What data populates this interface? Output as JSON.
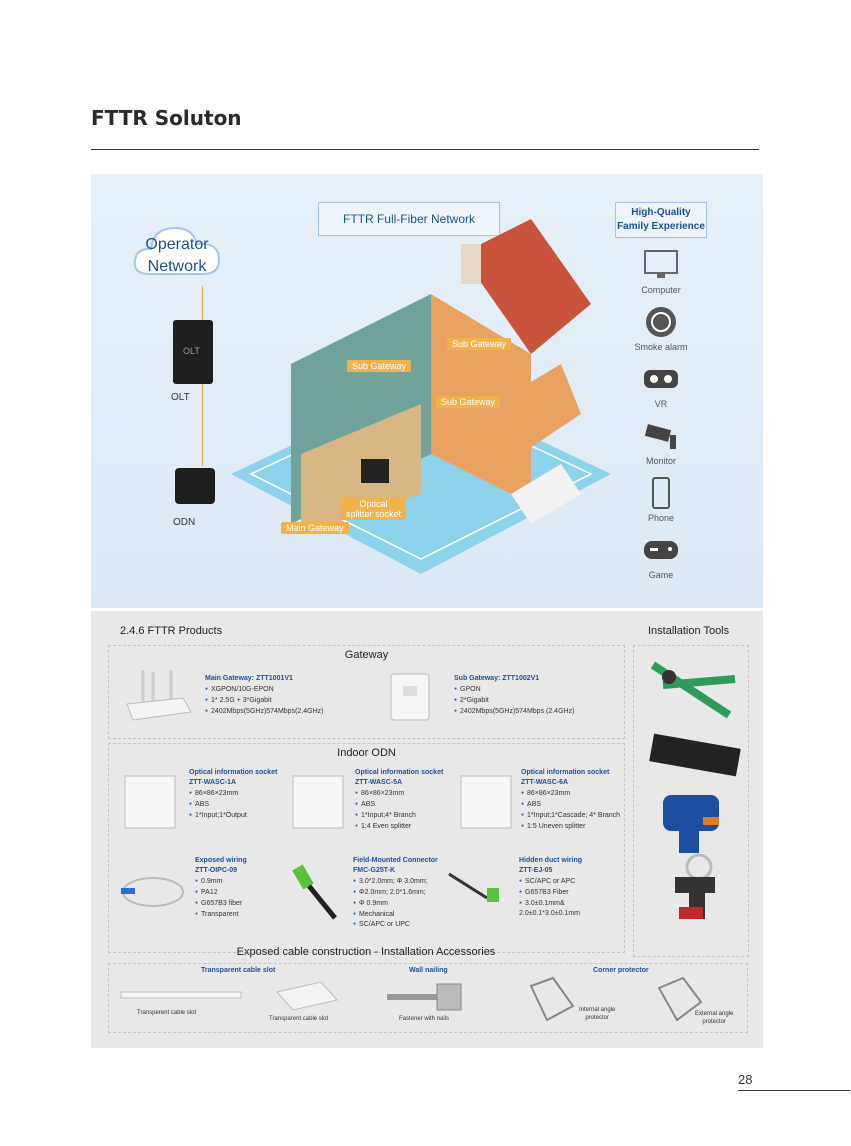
{
  "page": {
    "title": "FTTR Soluton",
    "page_number": "28"
  },
  "hero": {
    "cloud_label_1": "Operator",
    "cloud_label_2": "Network",
    "network_badge": "FTTR Full-Fiber Network",
    "experience_badge_1": "High-Quality",
    "experience_badge_2": "Family Experience",
    "olt_tag": "OLT",
    "olt_label": "OLT",
    "odn_label": "ODN",
    "tags": {
      "sub_gateway_top": "Sub Gateway",
      "sub_gateway_left": "Sub Gateway",
      "sub_gateway_right": "Sub Gateway",
      "optical_socket_1": "Optical",
      "optical_socket_2": "splitter socket",
      "main_gateway": "Main Gateway"
    },
    "devices": [
      "Computer",
      "Smoke alarm",
      "VR",
      "Monitor",
      "Phone",
      "Game"
    ]
  },
  "products": {
    "section_title": "2.4.6 FTTR Products",
    "tools_title": "Installation Tools",
    "gateway": {
      "title": "Gateway",
      "main": {
        "name": "Main Gateway: ZTT1001V1",
        "specs": [
          "XGPON/10G-EPON",
          "1* 2.5G + 3*Gigabit",
          "2402Mbps(5GHz)574Mbps(2.4GHz)"
        ]
      },
      "sub": {
        "name": "Sub Gateway: ZTT1002V1",
        "specs": [
          "GPON",
          "2*Gigabit",
          "2402Mbps(5GHz)574Mbps (2.4GHz)"
        ]
      }
    },
    "odn": {
      "title": "Indoor ODN",
      "items": [
        {
          "name1": "Optical information socket",
          "name2": "ZTT-WASC-1A",
          "specs": [
            "86×86×23mm",
            "ABS",
            "1*Input;1*Output"
          ]
        },
        {
          "name1": "Optical information socket",
          "name2": "ZTT-WASC-5A",
          "specs": [
            "86×86×23mm",
            "ABS",
            "1*Input;4* Branch",
            "1:4 Even splitter"
          ]
        },
        {
          "name1": "Optical information socket",
          "name2": "ZTT-WASC-6A",
          "specs": [
            "86×86×23mm",
            "ABS",
            "1*Input;1*Cascade; 4* Branch",
            "1:5 Uneven splitter"
          ]
        }
      ],
      "row2": [
        {
          "name1": "Exposed wiring",
          "name2": "ZTT-OIPC-09",
          "specs": [
            "0.9mm",
            "PA12",
            "G657B3 fiber",
            "Transparent"
          ]
        },
        {
          "name1": "Field-Mounted Connector",
          "name2": "FMC-G25T-K",
          "specs": [
            "3.0*2.0mm; Φ 3.0mm;",
            "Φ2.0mm; 2.0*1.6mm;",
            "Φ 0.9mm",
            "Mechanical",
            "SC/APC or UPC"
          ]
        },
        {
          "name1": "Hidden duct wiring",
          "name2": "ZTT-EJ-05",
          "specs": [
            "SC/APC or APC",
            "G657B3 Fiber",
            "3.0±0.1mm& 2.0±0.1*3.0±0.1mm"
          ]
        }
      ]
    },
    "accessories": {
      "title": "Exposed cable construction - Installation Accessories",
      "groups": [
        {
          "label": "Transparent cable slot",
          "captions": [
            "Transperent cable slot",
            "Transparent cable slot"
          ]
        },
        {
          "label": "Wall nailing",
          "captions": [
            "Fastener with nails"
          ]
        },
        {
          "label": "Corner protector",
          "captions": [
            "Internal angle",
            "protector",
            "External angle",
            "protector"
          ]
        }
      ]
    }
  },
  "colors": {
    "brand_blue": "#1e4f9c",
    "accent_orange": "#f1b24a"
  }
}
